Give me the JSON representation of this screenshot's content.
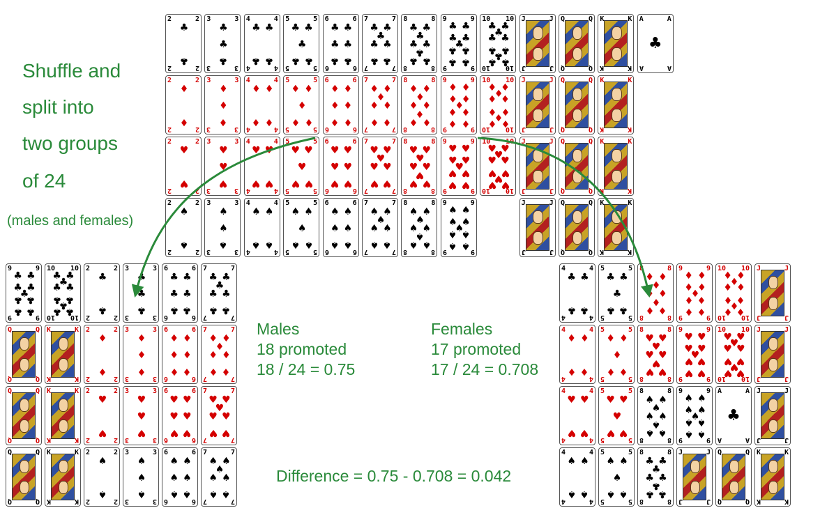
{
  "title_lines": [
    "Shuffle and",
    "split into",
    "two groups",
    "of 24"
  ],
  "subtitle": "(males and females)",
  "males": {
    "heading": "Males",
    "promoted": "18 promoted",
    "ratio": "18 / 24 = 0.75"
  },
  "females": {
    "heading": "Females",
    "promoted": "17 promoted",
    "ratio": "17 / 24 = 0.708"
  },
  "difference": "Difference = 0.75 - 0.708 = 0.042",
  "colors": {
    "label_green": "#2a8a3a",
    "red_suit": "#d40000",
    "black_suit": "#000000",
    "arrow_green": "#2a8a3a"
  },
  "deck": {
    "clubs": [
      "2",
      "3",
      "4",
      "5",
      "6",
      "7",
      "8",
      "9",
      "10",
      "J",
      "Q",
      "K",
      "A"
    ],
    "diamonds": [
      "2",
      "3",
      "4",
      "5",
      "6",
      "7",
      "8",
      "9",
      "10",
      "J",
      "Q",
      "K"
    ],
    "hearts": [
      "2",
      "3",
      "4",
      "5",
      "6",
      "7",
      "8",
      "9",
      "10",
      "J",
      "Q",
      "K"
    ],
    "spades": [
      "2",
      "3",
      "4",
      "5",
      "6",
      "7",
      "8",
      "9",
      "",
      "J",
      "Q",
      "K"
    ]
  },
  "male_group": [
    [
      "9♣",
      "10♣",
      "2♣",
      "3♣",
      "6♣",
      "7♣"
    ],
    [
      "Q♦",
      "K♦",
      "2♦",
      "3♦",
      "6♦",
      "7♦"
    ],
    [
      "Q♥",
      "K♥",
      "2♥",
      "3♥",
      "6♥",
      "7♥"
    ],
    [
      "Q♠",
      "K♠",
      "2♠",
      "3♠",
      "6♠",
      "7♠"
    ]
  ],
  "female_group": [
    [
      "4♣",
      "5♣",
      "8♦",
      "9♦",
      "10♦",
      "J♦"
    ],
    [
      "4♦",
      "5♦",
      "8♥",
      "9♥",
      "10♥",
      "J♥"
    ],
    [
      "4♥",
      "5♥",
      "8♠",
      "9♠",
      "A♣",
      "J♣"
    ],
    [
      "4♠",
      "5♠",
      "8♣",
      "J♠",
      "Q♣",
      "K♣"
    ]
  ]
}
